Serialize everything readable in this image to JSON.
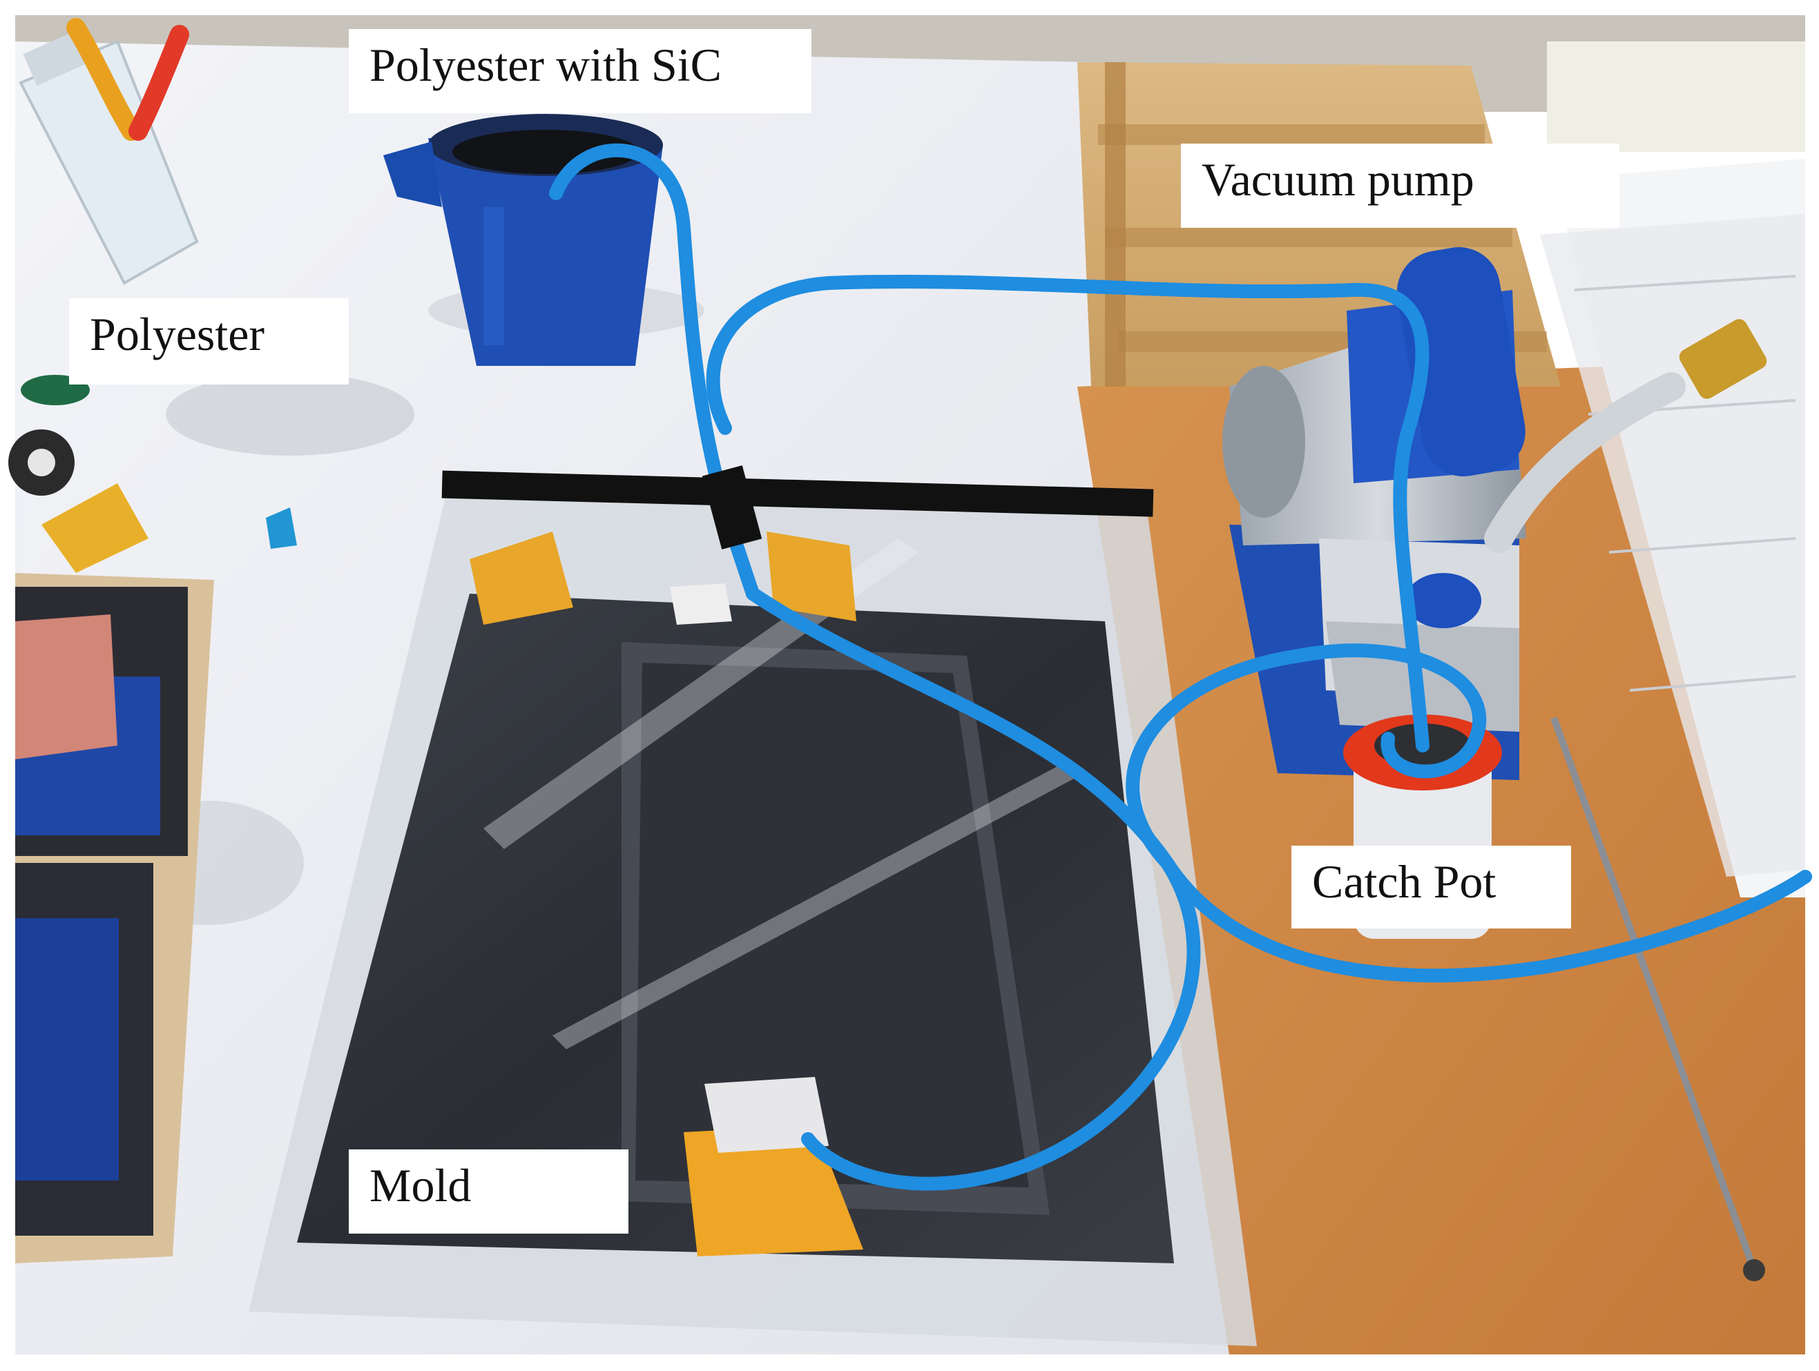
{
  "labels": {
    "polyester_with_sic": "Polyester with SiC",
    "polyester": "Polyester",
    "vacuum_pump": "Vacuum pump",
    "catch_pot": "Catch Pot",
    "mold": "Mold"
  },
  "colors": {
    "tube_blue": "#1f8de0",
    "pump_blue": "#1f4fb3",
    "catch_pot_red": "#e2381c",
    "table_orange": "#d58a45",
    "crate_wood": "#d7b179",
    "paper_white": "#eef0f4",
    "label_bg": "#ffffff",
    "label_text": "#111111"
  }
}
